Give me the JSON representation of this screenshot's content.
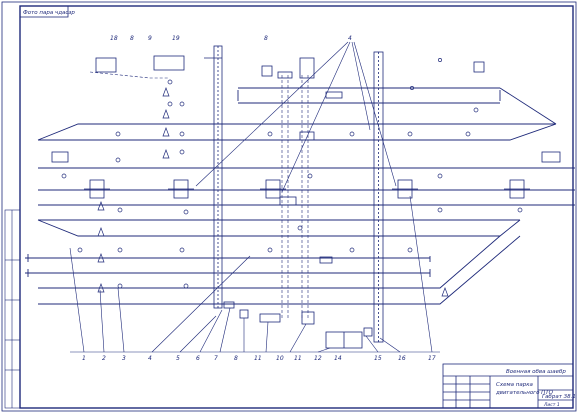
{
  "sheet": {
    "corner_label": "Фото пара чдасзр",
    "title_block": {
      "upper_caption": "Военная обва шаебр",
      "name_line1": "Схема парка",
      "name_line2": "двигательного ПТО",
      "format_code": "Габрат 38.1",
      "sheet_label": "Лист 1"
    }
  },
  "callouts": {
    "top": [
      "18",
      "8",
      "9",
      "19",
      "8",
      "4"
    ],
    "bottom": [
      "1",
      "2",
      "3",
      "4",
      "5",
      "6",
      "7",
      "8",
      "11",
      "10",
      "11",
      "12",
      "14",
      "15",
      "16",
      "17"
    ]
  },
  "palette": {
    "ink": "#1f2a7a",
    "paper": "#ffffff"
  }
}
